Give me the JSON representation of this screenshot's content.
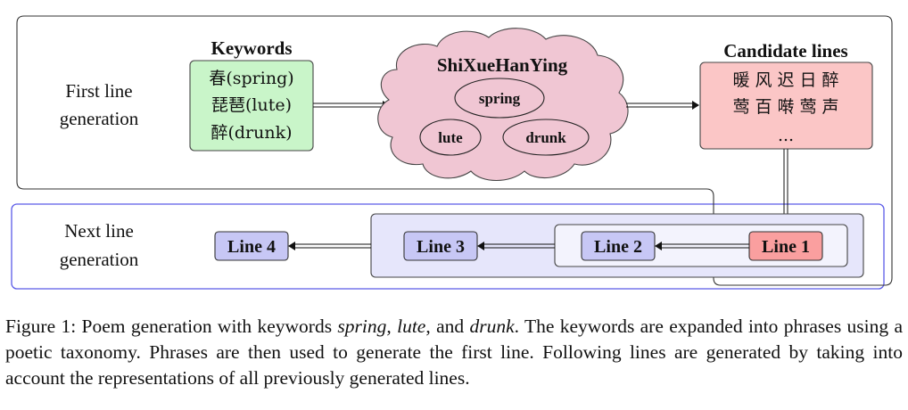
{
  "stages": {
    "first": [
      "First line",
      "generation"
    ],
    "next": [
      "Next line",
      "generation"
    ]
  },
  "keywords": {
    "title": "Keywords",
    "items": [
      "春(spring)",
      "琵琶(lute)",
      "醉(drunk)"
    ],
    "fill": "#c9f5c9"
  },
  "cloud": {
    "title": "ShiXueHanYing",
    "phrases": [
      "spring",
      "lute",
      "drunk"
    ],
    "fill": "#f0c6d3"
  },
  "candidates": {
    "title": "Candidate lines",
    "lines": [
      "暖风迟日醉",
      "莺百啭莺声",
      "..."
    ],
    "fill": "#fbc6c6"
  },
  "lines": {
    "items": [
      "Line 4",
      "Line 3",
      "Line 2",
      "Line 1"
    ],
    "fill": "#c7c7f5",
    "line1_fill": "#fa9f9f",
    "panel_fill": "#e6e6fb",
    "next_border": "#5b5be8"
  },
  "caption": {
    "figure_label": "Figure 1:",
    "t1": " Poem generation with keywords ",
    "k1": "spring",
    "t2": ", ",
    "k2": "lute",
    "t3": ", and ",
    "k3": "drunk",
    "t4": ".  The keywords are expanded into phrases using a poetic taxonomy. Phrases are then used to generate the first line. Following lines are generated by taking into account the representations of all previously generated lines."
  }
}
